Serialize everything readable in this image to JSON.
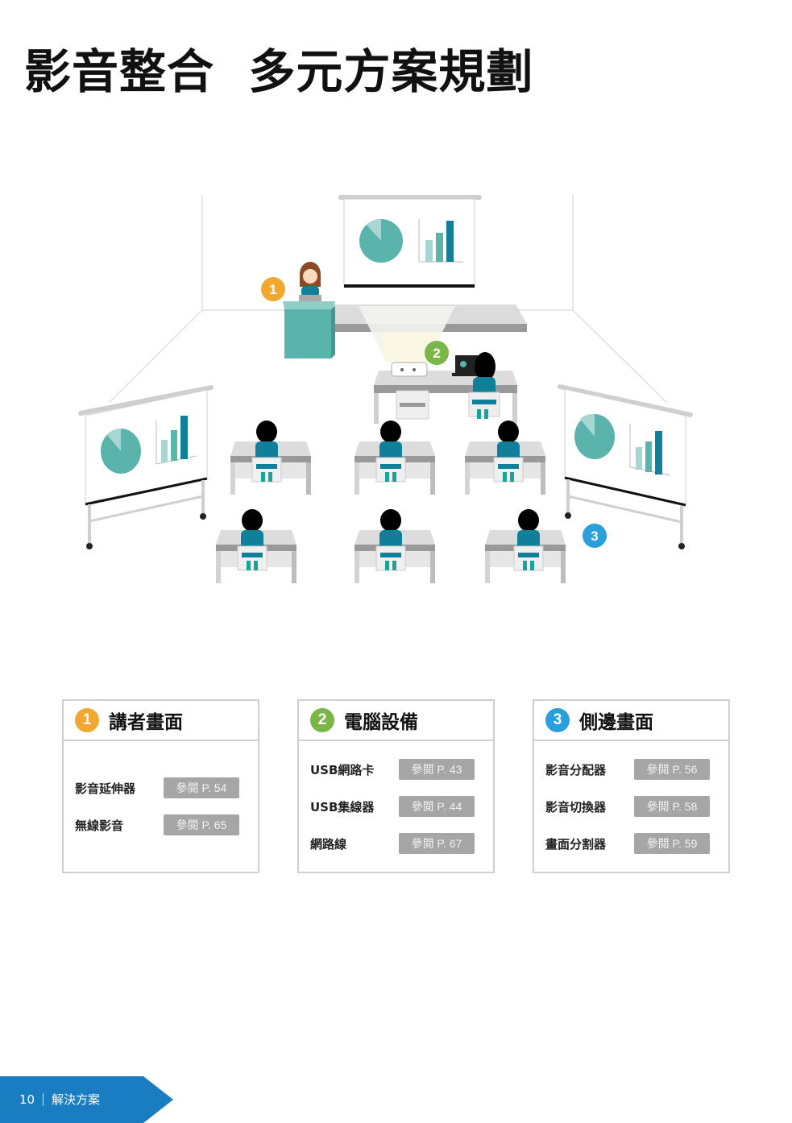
{
  "page": {
    "title": "影音整合  多元方案規劃",
    "footer": {
      "page_number": "10",
      "section": "解決方案"
    }
  },
  "colors": {
    "orange": "#f0a830",
    "green": "#7ab648",
    "blue": "#29a0dc",
    "teal": "#5ab4ac",
    "footer_blue": "#1a7cc1"
  },
  "illustration": {
    "markers": [
      {
        "number": "1",
        "target": "presenter-podium"
      },
      {
        "number": "2",
        "target": "computer-projector-desk"
      },
      {
        "number": "3",
        "target": "side-screens"
      }
    ]
  },
  "cards": [
    {
      "number": "1",
      "title": "講者畫面",
      "rows": [
        {
          "label": "影音延伸器",
          "ref": "參閱 P. 54"
        },
        {
          "label": "無線影音",
          "ref": "參閱 P. 65"
        }
      ]
    },
    {
      "number": "2",
      "title": "電腦設備",
      "rows": [
        {
          "label": "USB網路卡",
          "ref": "參閱 P. 43"
        },
        {
          "label": "USB集線器",
          "ref": "參閱 P. 44"
        },
        {
          "label": "網路線",
          "ref": "參閱 P. 67"
        }
      ]
    },
    {
      "number": "3",
      "title": "側邊畫面",
      "rows": [
        {
          "label": "影音分配器",
          "ref": "參閱 P. 56"
        },
        {
          "label": "影音切換器",
          "ref": "參閱 P. 58"
        },
        {
          "label": "畫面分割器",
          "ref": "參閱 P. 59"
        }
      ]
    }
  ]
}
